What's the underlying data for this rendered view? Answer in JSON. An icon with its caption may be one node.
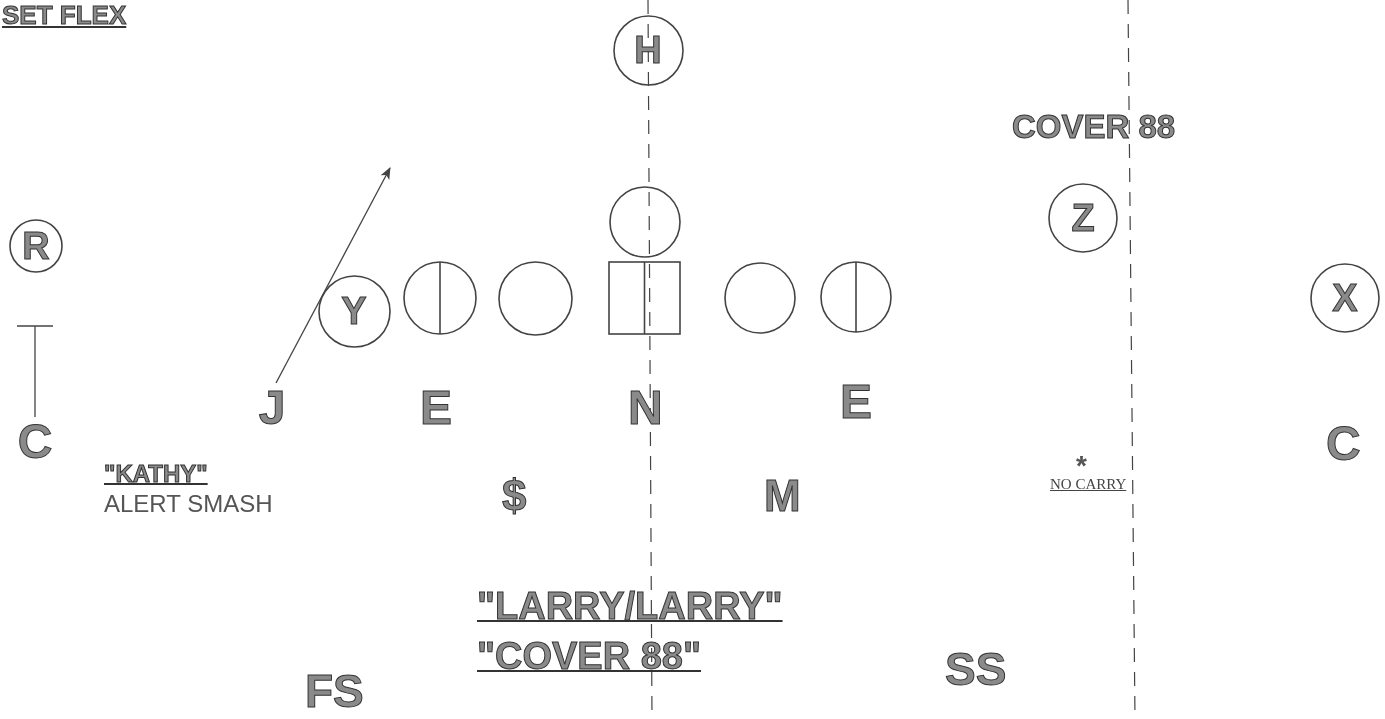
{
  "diagram": {
    "title": "SET FLEX",
    "nodes": [
      {
        "text": [
          "H"
        ]
      },
      {
        "text": [
          "Z"
        ]
      },
      {
        "text": [
          "R"
        ]
      },
      {
        "text": [],
        "shape": "circle"
      },
      {
        "text": [
          "Y"
        ]
      },
      {
        "text": [],
        "shape": "circle"
      },
      {
        "text": [],
        "shape": "circle"
      },
      {
        "text": [],
        "shape": "box"
      },
      {
        "text": [],
        "shape": "circle"
      },
      {
        "text": [],
        "shape": "circle"
      },
      {
        "text": [
          "X"
        ]
      },
      {
        "text": [
          "J"
        ]
      },
      {
        "text": [
          "C"
        ]
      }
    ],
    "edges": [
      {
        "from": 11,
        "to": null,
        "arrow": "to"
      },
      {
        "from": 12,
        "to": null,
        "arrow": "other"
      }
    ],
    "labels": [
      "COVER 88",
      "E",
      "N",
      "E",
      "C",
      "\"KATHY\"",
      "ALERT SMASH",
      "$",
      "M",
      "*",
      "NO CARRY",
      "\"LARRY/LARRY\"",
      "\"COVER 88\"",
      "SS",
      "FS"
    ]
  }
}
